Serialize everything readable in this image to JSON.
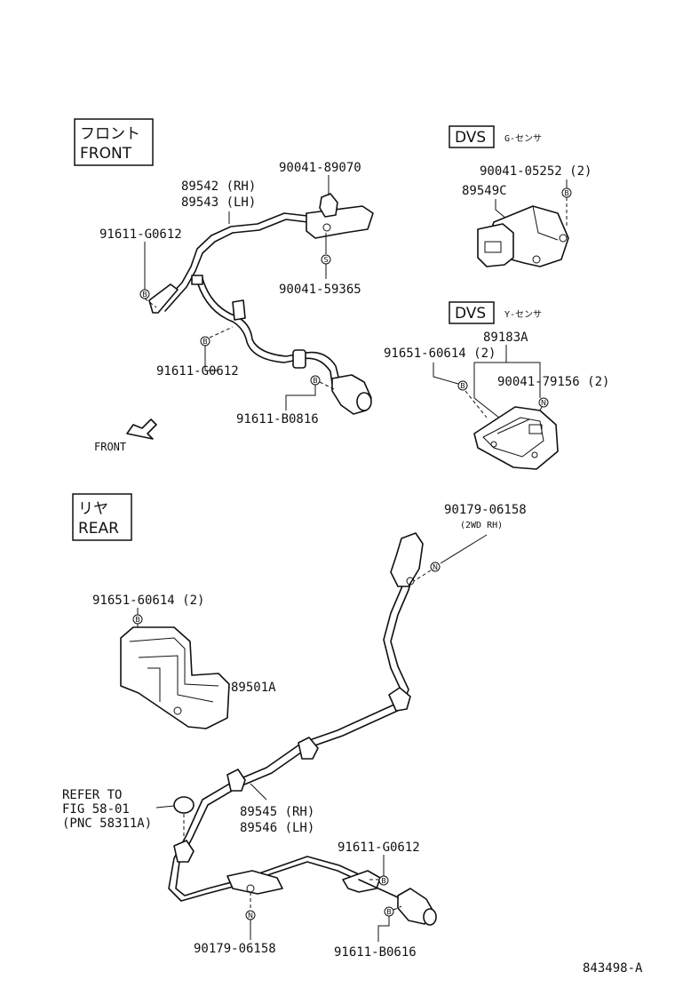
{
  "sections": {
    "front": {
      "jp": "フロント",
      "en": "FRONT"
    },
    "rear": {
      "jp": "リヤ",
      "en": "REAR"
    },
    "dvs_g": {
      "badge": "DVS",
      "desc": "G-センサ"
    },
    "dvs_y": {
      "badge": "DVS",
      "desc": "Y-センサ"
    }
  },
  "symbols": {
    "bolt": "B",
    "nut": "N",
    "screw": "S"
  },
  "front": {
    "wire_rh": "89542 (RH)",
    "wire_lh": "89543 (LH)",
    "clip_top": "90041-89070",
    "screw": "90041-59365",
    "bolt_upper": "91611-G0612",
    "bolt_lower": "91611-G0612",
    "bolt_sensor": "91611-B0816",
    "arrow_label": "FRONT"
  },
  "g_sensor": {
    "part": "89549C",
    "nut": "90041-05252 (2)"
  },
  "y_sensor": {
    "part": "89183A",
    "bolt": "91651-60614 (2)",
    "nut": "90041-79156 (2)"
  },
  "rear": {
    "bracket_bolt": "91651-60614 (2)",
    "ecu": "89501A",
    "nut_top": "90179-06158",
    "nut_top_note": "(2WD RH)",
    "refer_1": "REFER TO",
    "refer_2": "FIG 58-01",
    "refer_3": "(PNC 58311A)",
    "wire_rh": "89545 (RH)",
    "wire_lh": "89546 (LH)",
    "bolt_upper": "91611-G0612",
    "nut_bottom": "90179-06158",
    "bolt_lower": "91611-B0616"
  },
  "footer": {
    "code": "843498-A"
  }
}
